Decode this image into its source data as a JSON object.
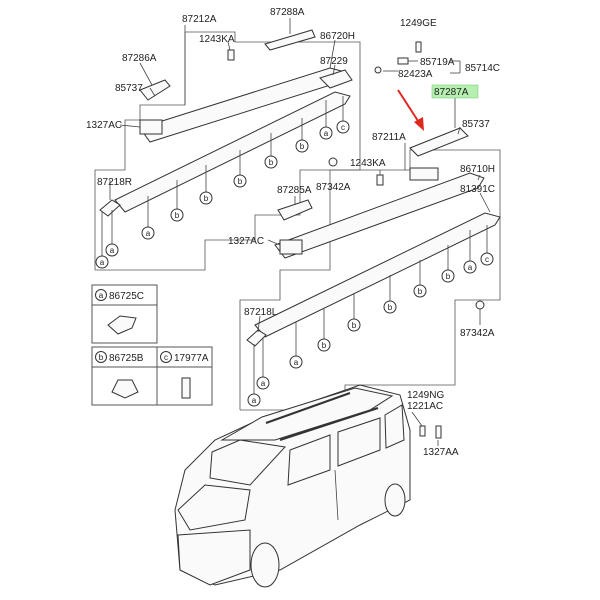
{
  "parts": {
    "p87212A": "87212A",
    "p87288A": "87288A",
    "p1249GE": "1249GE",
    "p1243KA_top": "1243KA",
    "p86720H": "86720H",
    "p87286A": "87286A",
    "p85719A": "85719A",
    "p85714C": "85714C",
    "p82423A": "82423A",
    "p87229": "87229",
    "p85737_left": "85737",
    "p87287A": "87287A",
    "p1327AC_top": "1327AC",
    "p85737_right": "85737",
    "p87211A": "87211A",
    "p1243KA_mid": "1243KA",
    "p86710H": "86710H",
    "p87342A_mid": "87342A",
    "p87218R": "87218R",
    "p81391C": "81391C",
    "p87285A": "87285A",
    "p1327AC_mid": "1327AC",
    "p87218L": "87218L",
    "p87342A_right": "87342A",
    "p86725C": "86725C",
    "p86725B": "86725B",
    "p17977A": "17977A",
    "p1249NG": "1249NG",
    "p1221AC": "1221AC",
    "p1327AA": "1327AA"
  },
  "callouts": {
    "a": "a",
    "b": "b",
    "c": "c"
  },
  "colors": {
    "highlight": "#b6f0b0",
    "arrow": "#e0281e",
    "line": "#333333"
  }
}
